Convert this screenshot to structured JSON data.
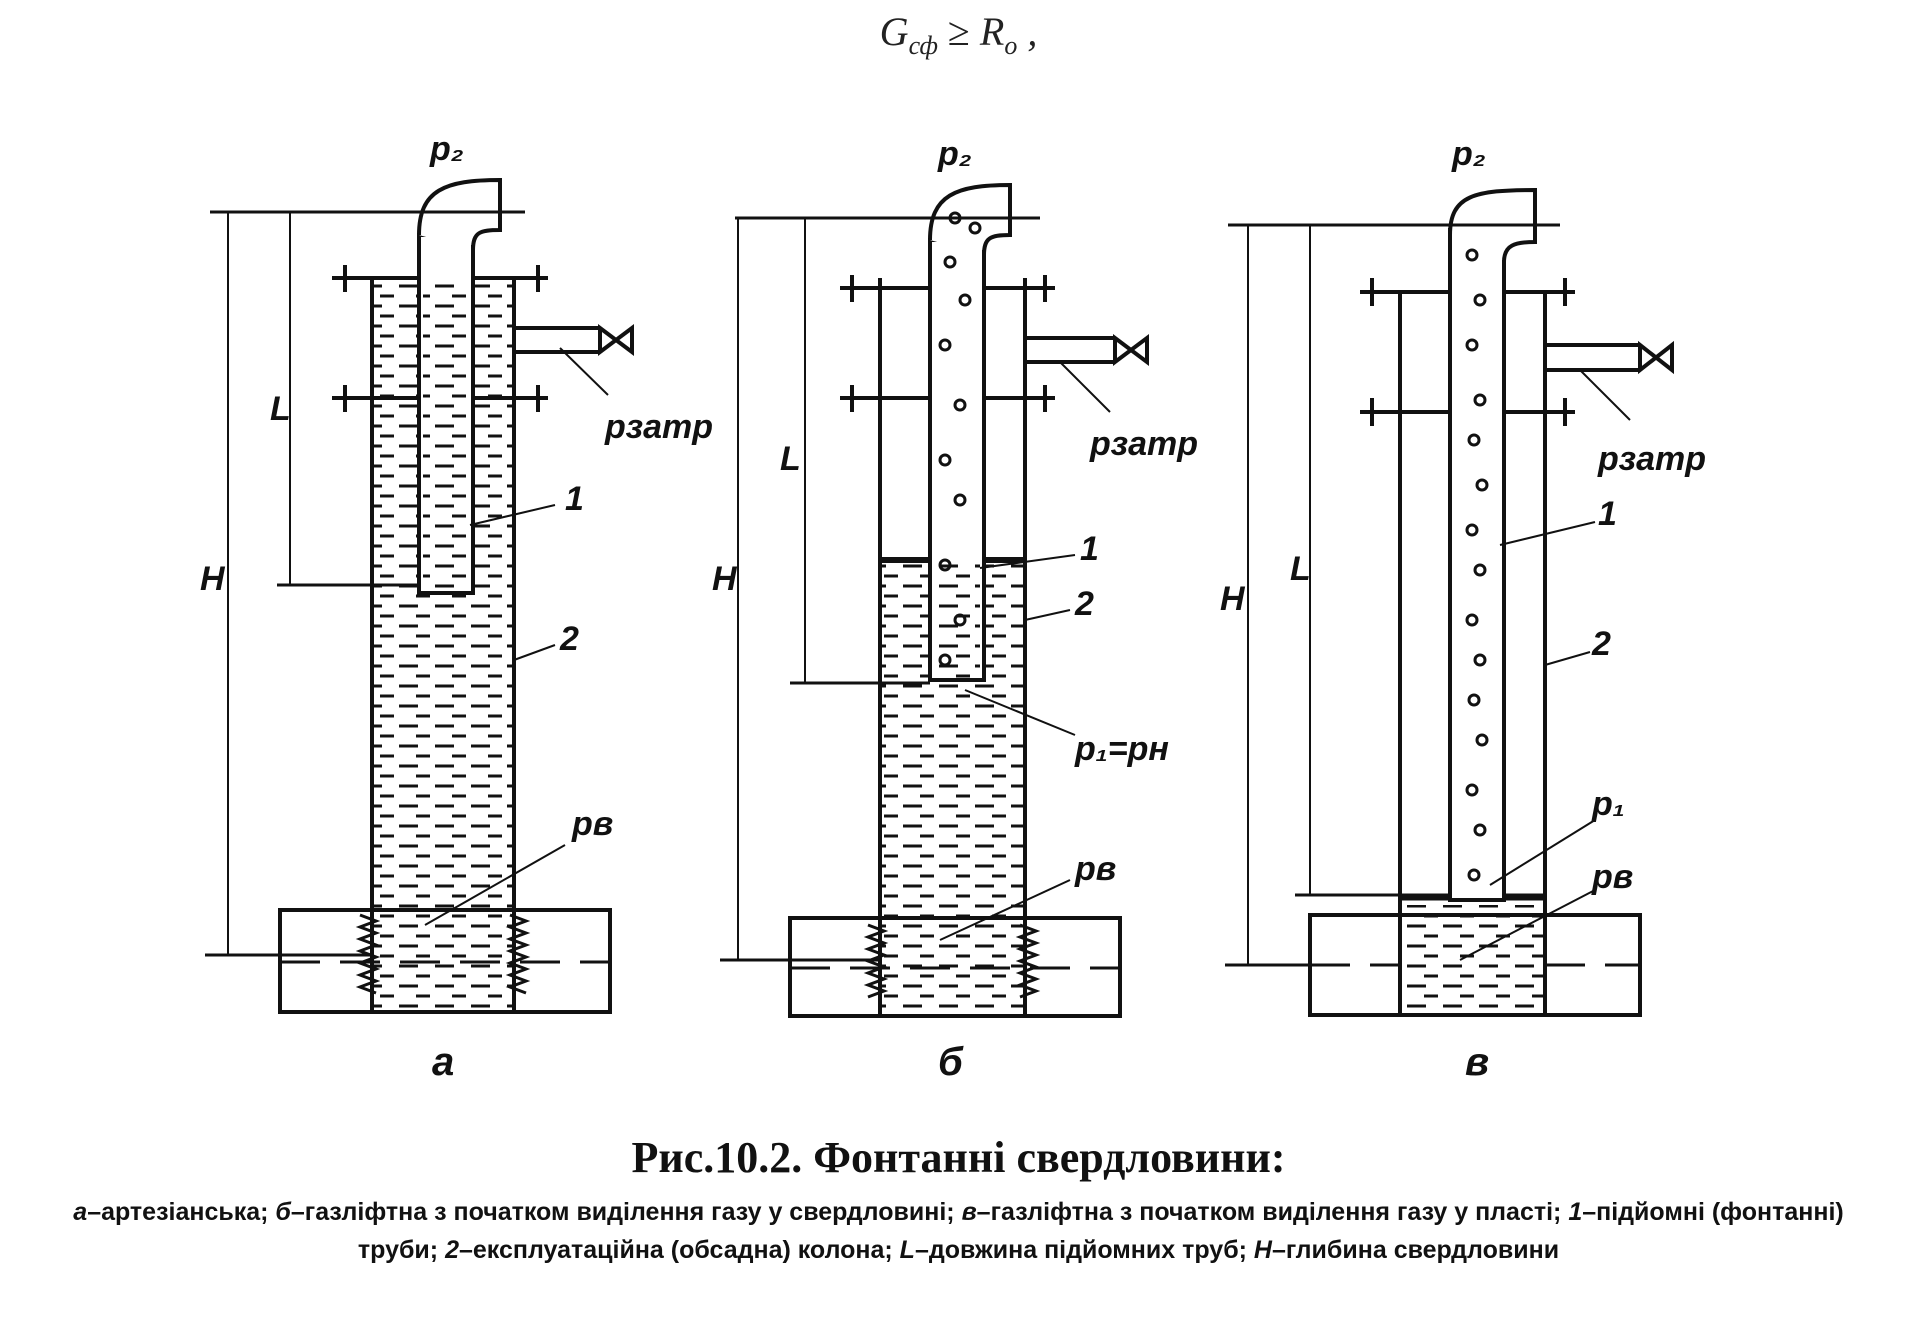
{
  "formula": {
    "left": "G",
    "left_sub": "сф",
    "relation": "≥",
    "right": "R",
    "right_sub": "о",
    "trail": ","
  },
  "figure": {
    "title": "Рис.10.2. Фонтанні свердловини:",
    "legend": [
      {
        "key": "а",
        "text": "–артезіанська; "
      },
      {
        "key": "б",
        "text": "–газліфтна з початком виділення газу у свердловині; "
      },
      {
        "key": "в",
        "text": "–газліфтна з початком виділення газу у пласті; "
      },
      {
        "key": "1",
        "text": "–підйомні (фонтанні) труби; "
      },
      {
        "key": "2",
        "text": "–експлуатаційна (обсадна) колона; "
      },
      {
        "key": "L",
        "text": "–довжина підйомних труб; "
      },
      {
        "key": "H",
        "text": "–глибина свердловини"
      }
    ]
  },
  "wells": [
    {
      "id": "a",
      "panel_label": "а",
      "labels": {
        "p2": "p₂",
        "pzatr": "pзатр",
        "tube": "1",
        "casing": "2",
        "pv": "pв",
        "L": "L",
        "H": "H"
      }
    },
    {
      "id": "b",
      "panel_label": "б",
      "labels": {
        "p2": "p₂",
        "pzatr": "pзатр",
        "tube": "1",
        "casing": "2",
        "p1pn": "p₁=pн",
        "pv": "pв",
        "L": "L",
        "H": "H"
      }
    },
    {
      "id": "v",
      "panel_label": "в",
      "labels": {
        "p2": "p₂",
        "pzatr": "pзатр",
        "tube": "1",
        "casing": "2",
        "p1": "p₁",
        "pv": "pв",
        "L": "L",
        "H": "H"
      }
    }
  ]
}
